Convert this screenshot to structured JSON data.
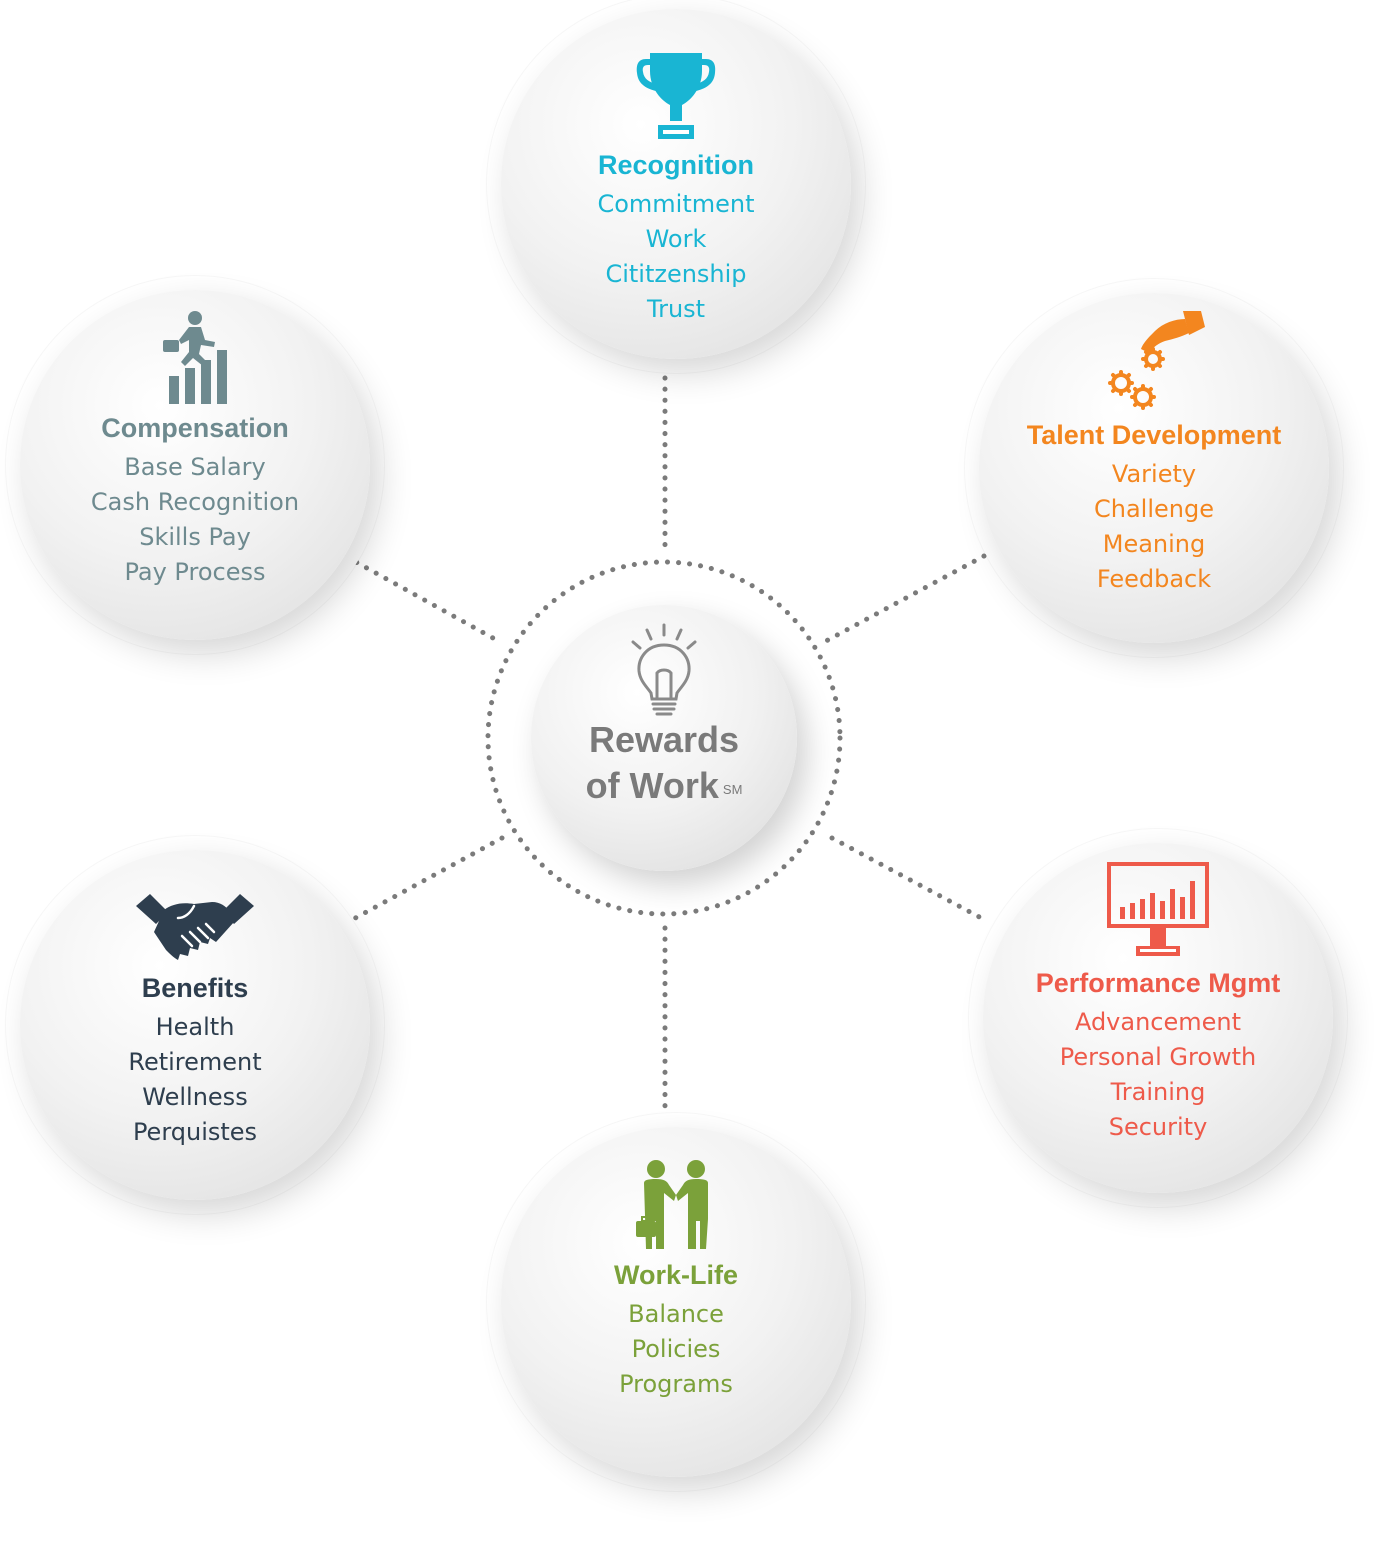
{
  "center": {
    "line1": "Rewards",
    "line2": "of Work",
    "mark": "SM",
    "icon": "lightbulb-icon",
    "color": "#7a7a7a"
  },
  "nodes": {
    "recognition": {
      "title": "Recognition",
      "items": [
        "Commitment",
        "Work",
        "Cititzenship",
        "Trust"
      ],
      "icon": "trophy-icon",
      "color": "#19b5d3"
    },
    "talent": {
      "title": "Talent Development",
      "items": [
        "Variety",
        "Challenge",
        "Meaning",
        "Feedback"
      ],
      "icon": "hand-gears-icon",
      "color": "#f3861f"
    },
    "performance": {
      "title": "Performance Mgmt",
      "items": [
        "Advancement",
        "Personal Growth",
        "Training",
        "Security"
      ],
      "icon": "monitor-chart-icon",
      "color": "#ee5a4a"
    },
    "worklife": {
      "title": "Work-Life",
      "items": [
        "Balance",
        "Policies",
        "Programs"
      ],
      "icon": "people-handshake-icon",
      "color": "#7ba13a"
    },
    "benefits": {
      "title": "Benefits",
      "items": [
        "Health",
        "Retirement",
        "Wellness",
        "Perquistes"
      ],
      "icon": "handshake-icon",
      "color": "#2e3e4e"
    },
    "compensation": {
      "title": "Compensation",
      "items": [
        "Base Salary",
        "Cash Recognition",
        "Skills Pay",
        "Pay Process"
      ],
      "icon": "businessman-climbing-icon",
      "color": "#6e8a8f"
    }
  },
  "connector_color": "#7b7b7b"
}
